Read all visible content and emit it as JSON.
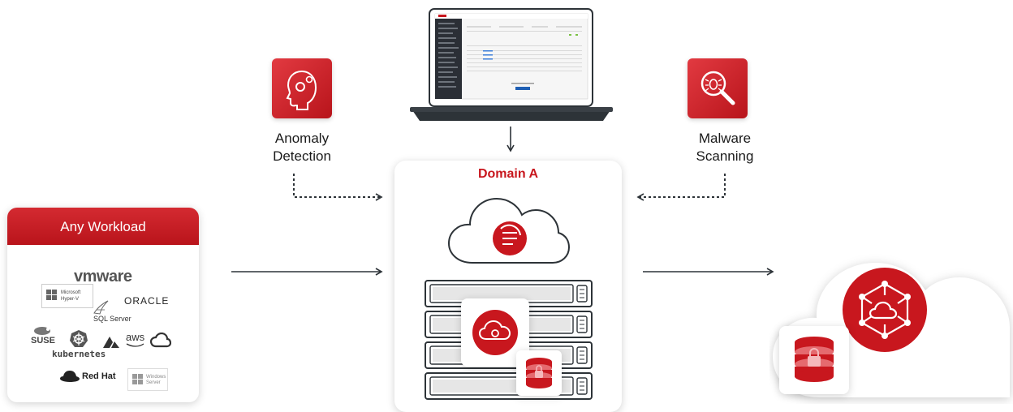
{
  "anomaly": {
    "label_line1": "Anomaly",
    "label_line2": "Detection",
    "icon": "head-gears-icon"
  },
  "malware": {
    "label_line1": "Malware",
    "label_line2": "Scanning",
    "icon": "magnifier-bug-icon"
  },
  "domain": {
    "title": "Domain A",
    "cloud_icon": "sync-cloud-icon",
    "appliance_icon": "cloud-gear-icon",
    "db_icon": "locked-database-icon"
  },
  "workload": {
    "header": "Any Workload",
    "logos": {
      "vmware": "vmware",
      "microsoft": "Microsoft",
      "hyperv": "Hyper-V",
      "oracle": "ORACLE",
      "sqlserver": "SQL Server",
      "suse": "SUSE",
      "kubernetes": "kubernetes",
      "aws": "aws",
      "redhat": "Red Hat",
      "windows": "Windows",
      "server": "Server"
    }
  },
  "cloud_target": {
    "icon": "cloud-network-icon",
    "db_icon": "locked-database-icon"
  },
  "colors": {
    "accent": "#c8171e",
    "dark": "#2d3338",
    "line": "#2d3338"
  }
}
